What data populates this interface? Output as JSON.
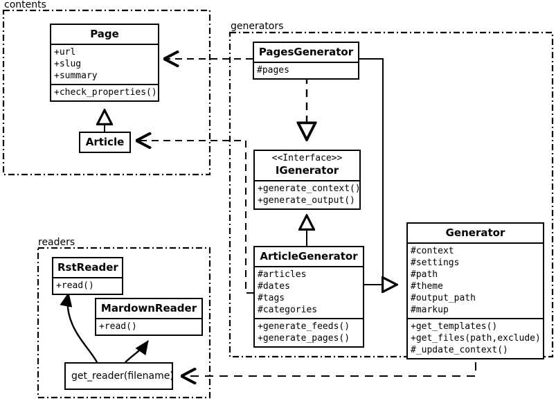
{
  "diagram": {
    "type": "uml-class-diagram",
    "packages": [
      {
        "id": "contents",
        "label": "contents"
      },
      {
        "id": "generators",
        "label": "generators"
      },
      {
        "id": "readers",
        "label": "readers"
      }
    ],
    "classes": [
      {
        "id": "page",
        "name": "Page",
        "package": "contents",
        "attributes": [
          "+url",
          "+slug",
          "+summary"
        ],
        "methods": [
          "+check_properties()"
        ]
      },
      {
        "id": "article",
        "name": "Article",
        "package": "contents",
        "attributes": [],
        "methods": []
      },
      {
        "id": "pages_generator",
        "name": "PagesGenerator",
        "package": "generators",
        "attributes": [
          "#pages"
        ],
        "methods": []
      },
      {
        "id": "igenerator",
        "name": "IGenerator",
        "stereotype": "<<Interface>>",
        "package": "generators",
        "attributes": [],
        "methods": [
          "+generate_context()",
          "+generate_output()"
        ]
      },
      {
        "id": "article_generator",
        "name": "ArticleGenerator",
        "package": "generators",
        "attributes": [
          "#articles",
          "#dates",
          "#tags",
          "#categories"
        ],
        "methods": [
          "+generate_feeds()",
          "+generate_pages()"
        ]
      },
      {
        "id": "generator",
        "name": "Generator",
        "package": "generators",
        "attributes": [
          "#context",
          "#settings",
          "#path",
          "#theme",
          "#output_path",
          "#markup"
        ],
        "methods": [
          "+get_templates()",
          "+get_files(path,exclude)",
          "#_update_context()"
        ]
      },
      {
        "id": "rst_reader",
        "name": "RstReader",
        "package": "readers",
        "attributes": [],
        "methods": [
          "+read()"
        ]
      },
      {
        "id": "mardown_reader",
        "name": "MardownReader",
        "package": "readers",
        "attributes": [],
        "methods": [
          "+read()"
        ]
      },
      {
        "id": "get_reader",
        "name": "get_reader(filename)",
        "package": "readers",
        "attributes": [],
        "methods": []
      }
    ],
    "relationships": [
      {
        "from": "pages_generator",
        "to": "page",
        "type": "dependency"
      },
      {
        "from": "article_generator",
        "to": "article",
        "type": "dependency"
      },
      {
        "from": "article",
        "to": "page",
        "type": "generalization"
      },
      {
        "from": "pages_generator",
        "to": "igenerator",
        "type": "realization"
      },
      {
        "from": "article_generator",
        "to": "igenerator",
        "type": "generalization"
      },
      {
        "from": "pages_generator",
        "to": "generator",
        "type": "generalization"
      },
      {
        "from": "article_generator",
        "to": "generator",
        "type": "generalization"
      },
      {
        "from": "generator",
        "to": "get_reader",
        "type": "dependency"
      },
      {
        "from": "get_reader",
        "to": "rst_reader",
        "type": "creates"
      },
      {
        "from": "get_reader",
        "to": "mardown_reader",
        "type": "creates"
      }
    ],
    "colors": {
      "line": "#000000",
      "background": "#ffffff",
      "text": "#000000"
    }
  }
}
